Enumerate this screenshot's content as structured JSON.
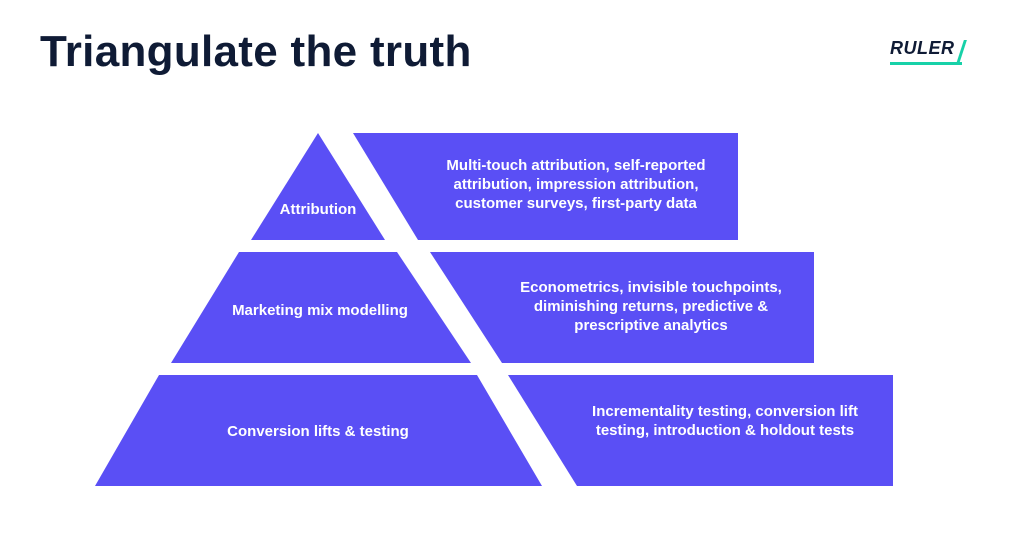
{
  "page": {
    "title": "Triangulate the truth",
    "logo_text": "RULER"
  },
  "colors": {
    "shape_fill": "#5a4ff5",
    "title": "#0f1b35",
    "logo_accent": "#17d1a8"
  },
  "tiers": [
    {
      "label": "Attribution",
      "description": "Multi-touch attribution, self-reported attribution, impression attribution, customer surveys, first-party data"
    },
    {
      "label": "Marketing mix modelling",
      "description": "Econometrics, invisible touchpoints, diminishing returns, predictive & prescriptive analytics"
    },
    {
      "label": "Conversion lifts & testing",
      "description": "Incrementality testing, conversion lift testing, introduction & holdout tests"
    }
  ]
}
